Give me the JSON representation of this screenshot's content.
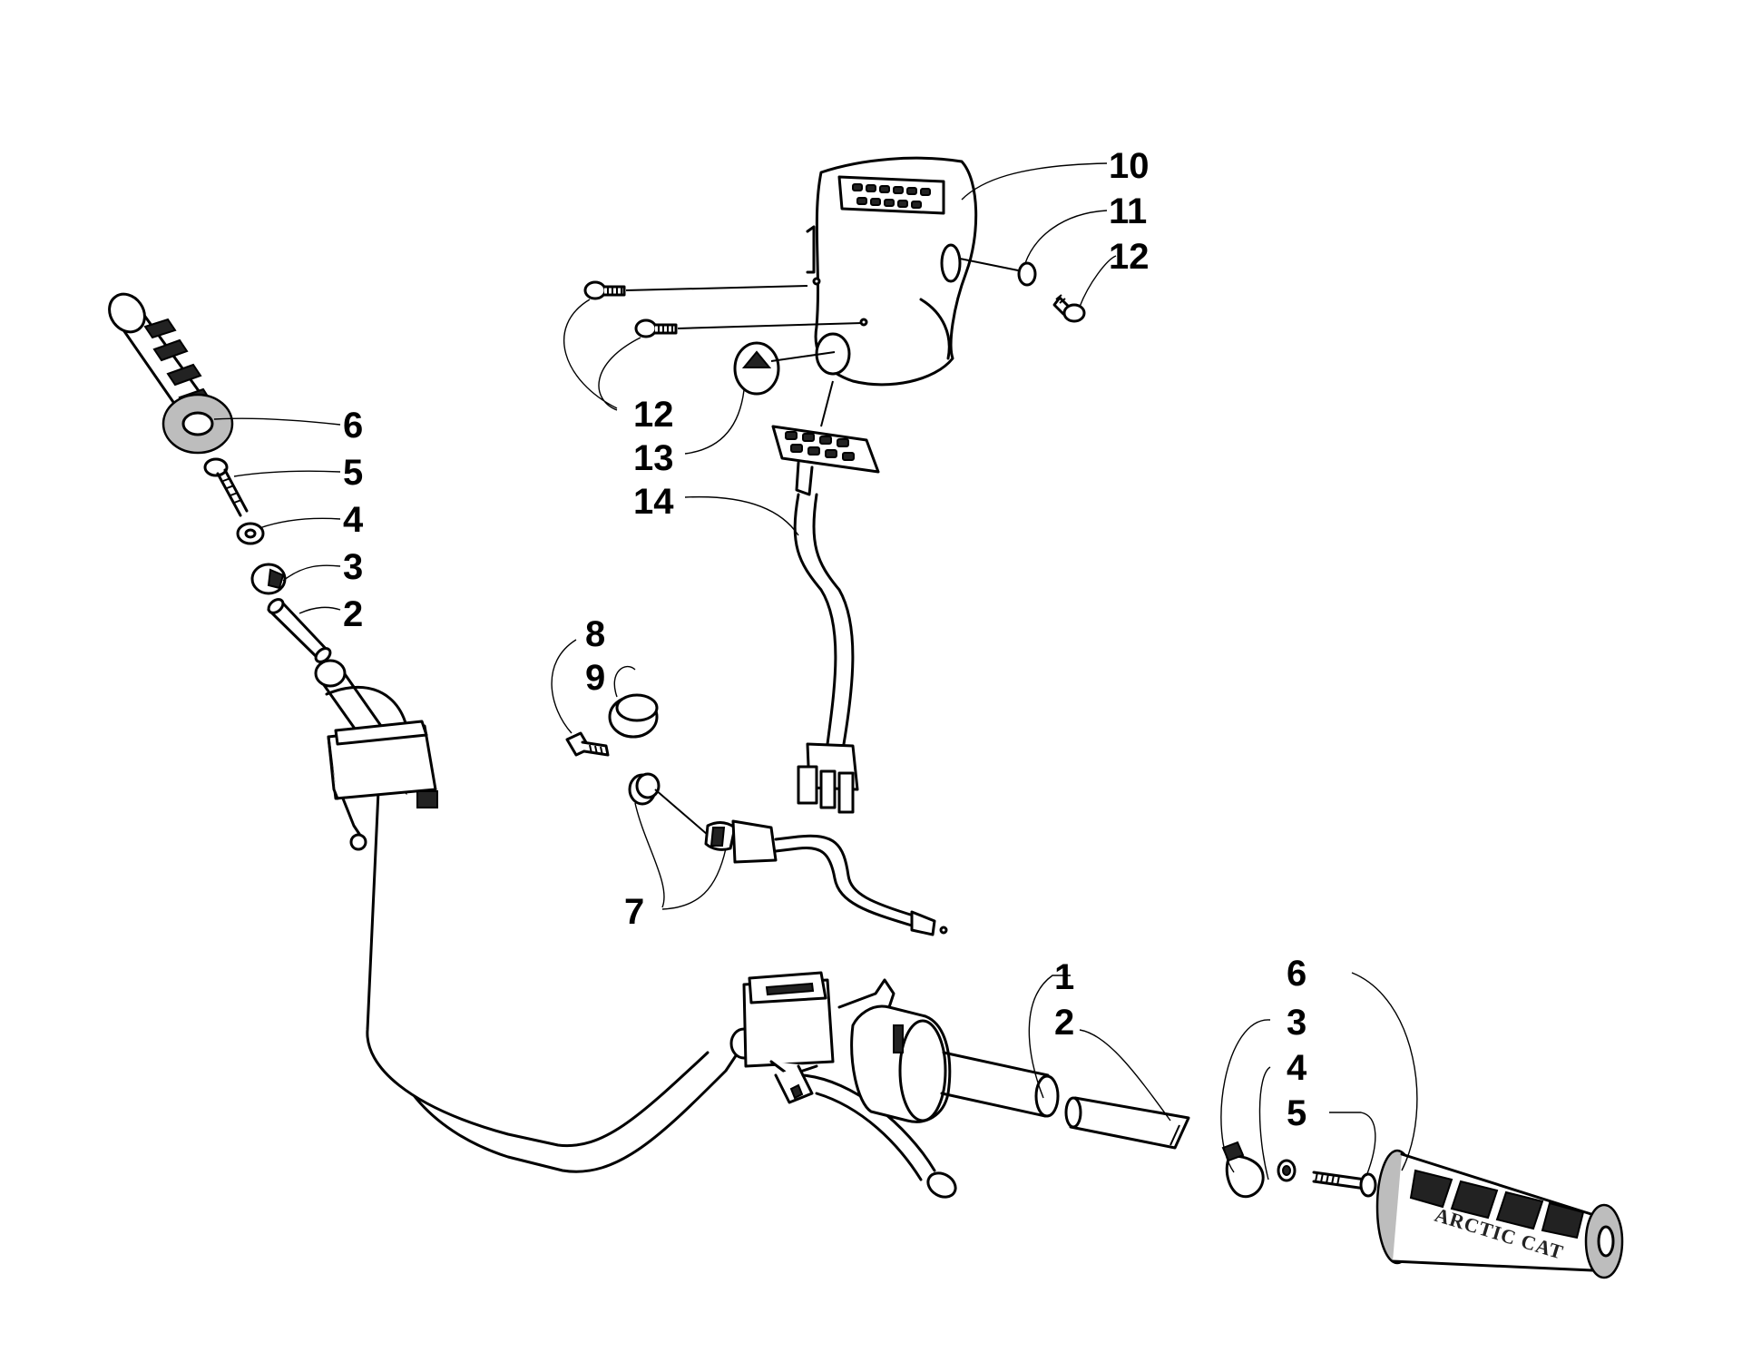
{
  "diagram": {
    "callouts": {
      "left_6": "6",
      "left_5": "5",
      "left_4": "4",
      "left_3": "3",
      "left_2": "2",
      "top_10": "10",
      "top_11": "11",
      "top_12a": "12",
      "mid_12b": "12",
      "mid_13": "13",
      "mid_14": "14",
      "key_8": "8",
      "key_9": "9",
      "key_7": "7",
      "right_1": "1",
      "right_2": "2",
      "right_3": "3",
      "right_4": "4",
      "right_5": "5",
      "right_6": "6"
    },
    "grip_text": "ARCTIC CAT"
  }
}
